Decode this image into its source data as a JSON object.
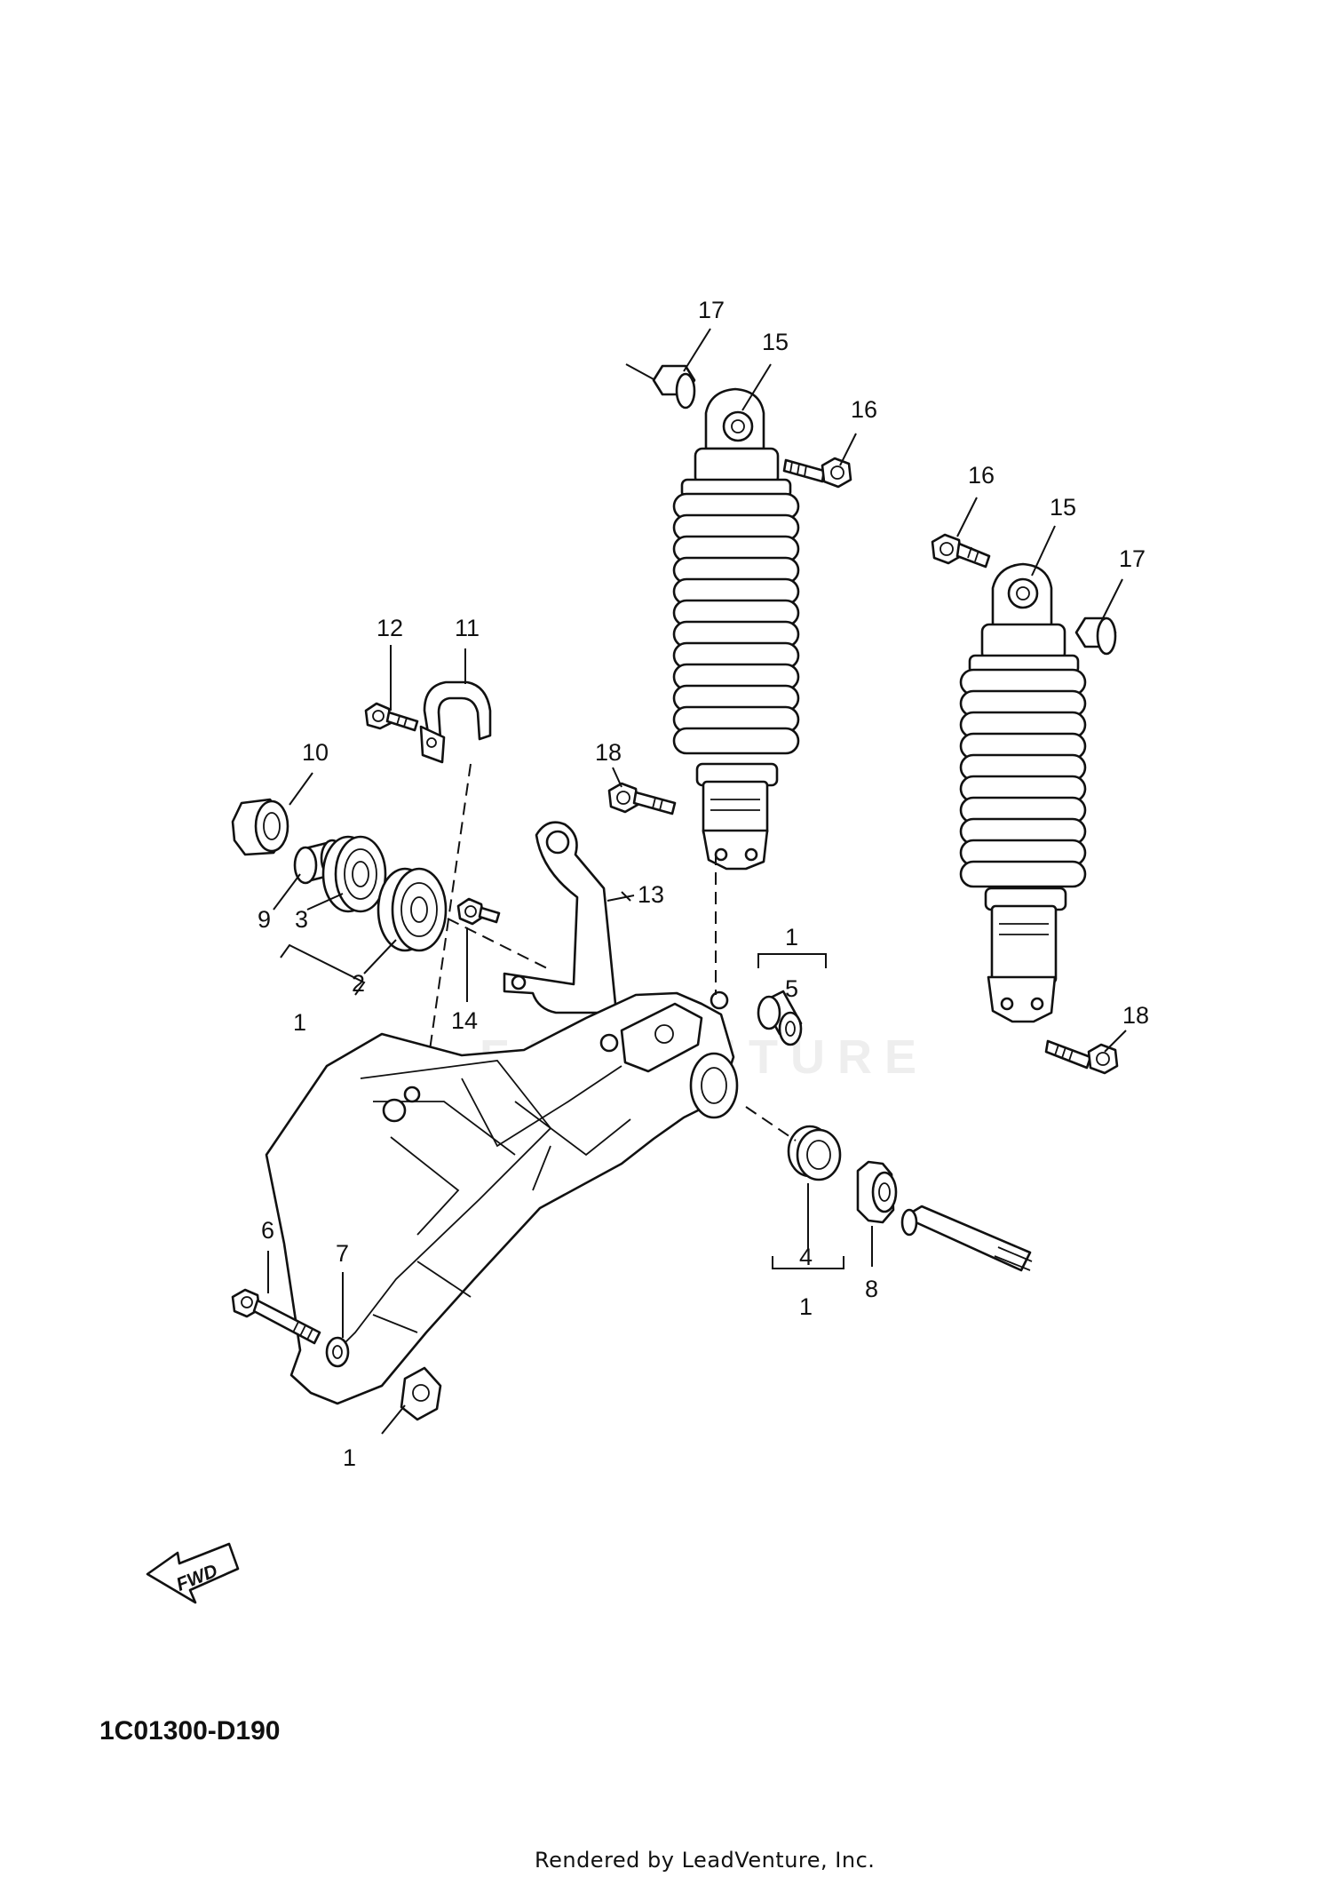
{
  "diagram_code": "1C01300-D190",
  "credit": "Rendered by LeadVenture, Inc.",
  "watermark": "FANVENTURE",
  "fwd_label": "FWD",
  "callouts": {
    "c1_main": "1",
    "c1_group_left": "1",
    "c1_group_top": "1",
    "c1_group_bottom": "1",
    "c2": "2",
    "c3": "3",
    "c4": "4",
    "c5": "5",
    "c6": "6",
    "c7": "7",
    "c8": "8",
    "c9": "9",
    "c10": "10",
    "c11": "11",
    "c12": "12",
    "c13": "13",
    "c14": "14",
    "c15_left": "15",
    "c15_right": "15",
    "c16_left": "16",
    "c16_right": "16",
    "c17_left": "17",
    "c17_right": "17",
    "c18_left": "18",
    "c18_right": "18"
  }
}
